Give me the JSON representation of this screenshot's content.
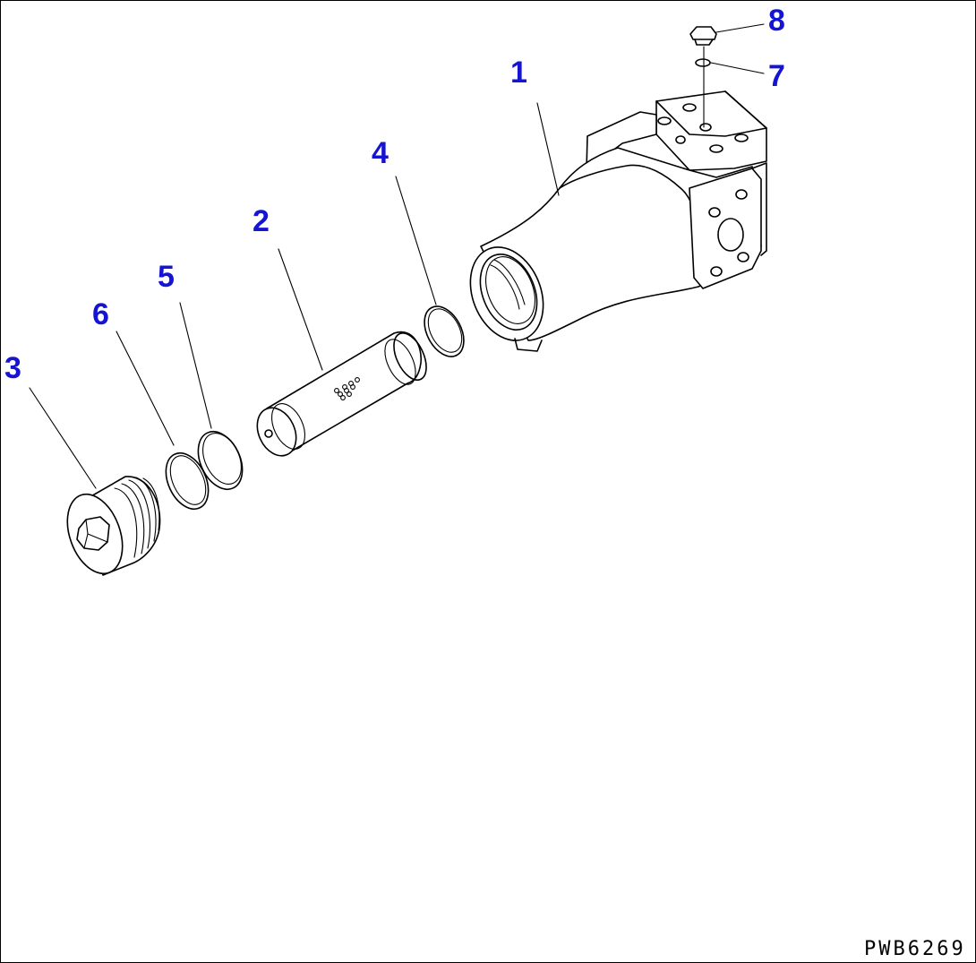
{
  "diagram": {
    "type": "exploded parts diagram",
    "drawing_code": "PWB6269",
    "line_color": "#000000",
    "callout_color": "#1414d2",
    "background_color": "#ffffff"
  },
  "callouts": [
    {
      "id": "1",
      "label": "1"
    },
    {
      "id": "2",
      "label": "2"
    },
    {
      "id": "3",
      "label": "3"
    },
    {
      "id": "4",
      "label": "4"
    },
    {
      "id": "5",
      "label": "5"
    },
    {
      "id": "6",
      "label": "6"
    },
    {
      "id": "7",
      "label": "7"
    },
    {
      "id": "8",
      "label": "8"
    }
  ]
}
